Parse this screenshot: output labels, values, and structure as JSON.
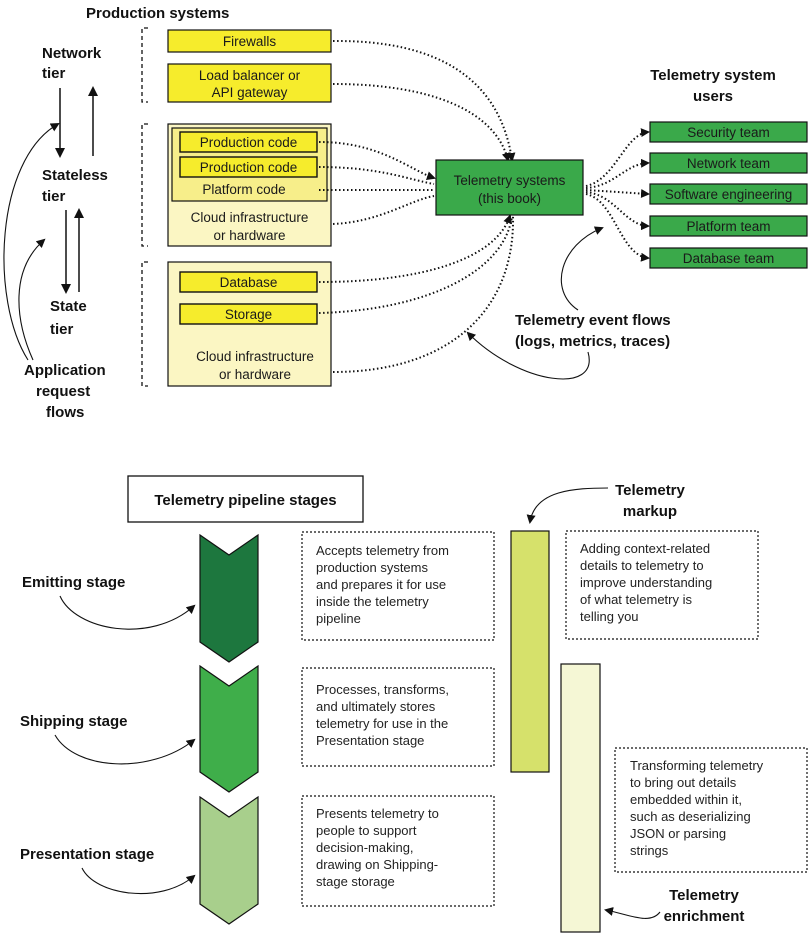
{
  "production": {
    "title": "Production systems",
    "tiers": {
      "network": [
        "Network",
        "tier"
      ],
      "stateless": [
        "Stateless",
        "tier"
      ],
      "state": [
        "State",
        "tier"
      ],
      "flows": [
        "Application",
        "request",
        "flows"
      ]
    },
    "firewalls": "Firewalls",
    "load_balancer": [
      "Load balancer or",
      "API gateway"
    ],
    "production_code_1": "Production code",
    "production_code_2": "Production code",
    "platform_code": "Platform code",
    "cloud_1": [
      "Cloud infrastructure",
      "or hardware"
    ],
    "database": "Database",
    "storage": "Storage",
    "cloud_2": [
      "Cloud infrastructure",
      "or hardware"
    ]
  },
  "telemetry": {
    "system": [
      "Telemetry systems",
      "(this book)"
    ],
    "users_title": [
      "Telemetry system",
      "users"
    ],
    "users": [
      "Security team",
      "Network team",
      "Software engineering",
      "Platform team",
      "Database team"
    ],
    "event_flows": [
      "Telemetry event flows",
      "(logs, metrics, traces)"
    ]
  },
  "pipeline": {
    "title": "Telemetry pipeline stages",
    "stages": [
      {
        "label": "Emitting stage",
        "color": "#1d773e",
        "desc": [
          "Accepts telemetry from",
          "production systems",
          "and prepares it for use",
          "inside the telemetry",
          "pipeline"
        ]
      },
      {
        "label": "Shipping stage",
        "color": "#3fae4a",
        "desc": [
          "Processes, transforms,",
          "and ultimately stores",
          "telemetry for use in the",
          "Presentation stage"
        ]
      },
      {
        "label": "Presentation stage",
        "color": "#a8cf8c",
        "desc": [
          "Presents telemetry to",
          "people to support",
          "decision-making,",
          "drawing on Shipping-",
          "stage storage"
        ]
      }
    ],
    "markup": {
      "title": [
        "Telemetry",
        "markup"
      ],
      "desc": [
        "Adding context-related",
        "details to telemetry to",
        "improve understanding",
        "of what telemetry is",
        "telling you"
      ]
    },
    "enrichment": {
      "title": [
        "Telemetry",
        "enrichment"
      ],
      "desc": [
        "Transforming telemetry",
        "to bring out details",
        "embedded within it,",
        "such as deserializing",
        "JSON or parsing",
        "strings"
      ]
    }
  },
  "colors": {
    "yellow": "#f6ec2c",
    "pale_yellow": "#fbf6c3",
    "green": "#3aa94a",
    "markup_bar": "#d6e16b",
    "enrichment_bar": "#f5f7d5"
  }
}
